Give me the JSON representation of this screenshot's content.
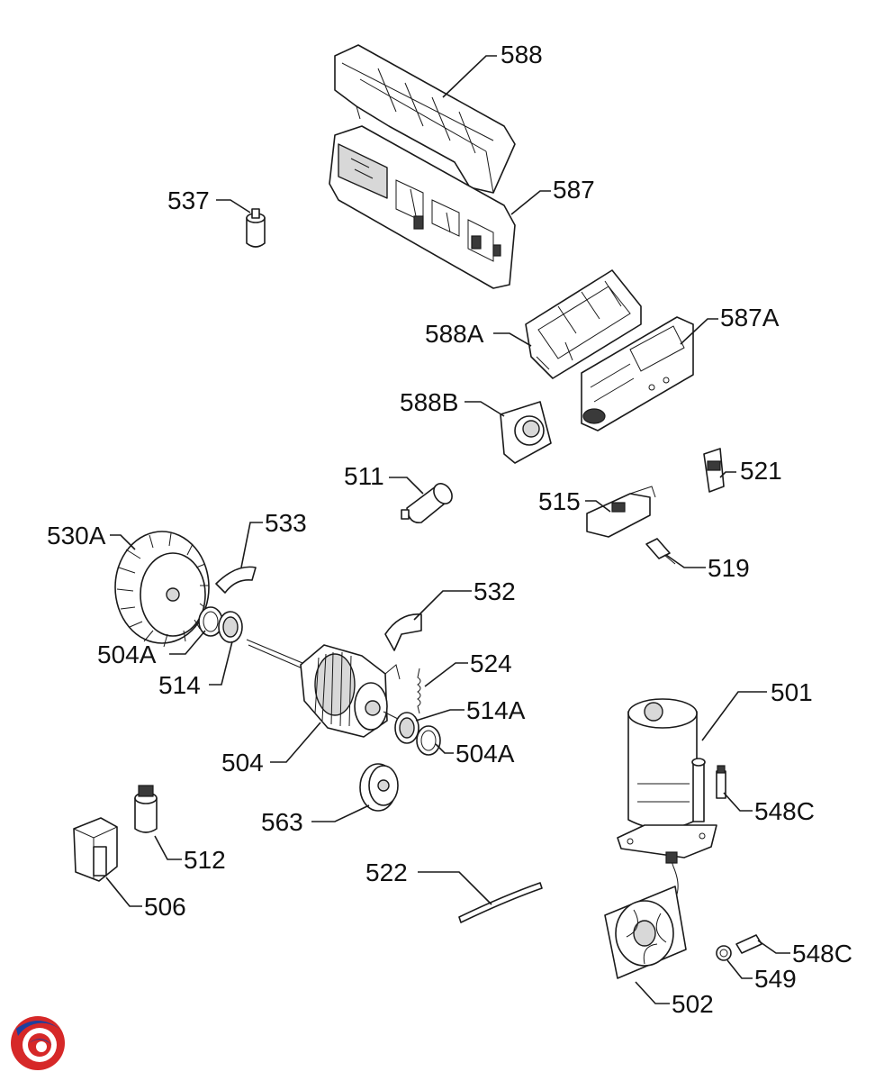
{
  "callouts": [
    {
      "id": "588",
      "text": "588"
    },
    {
      "id": "587",
      "text": "587"
    },
    {
      "id": "537",
      "text": "537"
    },
    {
      "id": "588A",
      "text": "588A"
    },
    {
      "id": "587A",
      "text": "587A"
    },
    {
      "id": "588B",
      "text": "588B"
    },
    {
      "id": "511",
      "text": "511"
    },
    {
      "id": "521",
      "text": "521"
    },
    {
      "id": "515",
      "text": "515"
    },
    {
      "id": "519",
      "text": "519"
    },
    {
      "id": "530A",
      "text": "530A"
    },
    {
      "id": "533",
      "text": "533"
    },
    {
      "id": "532",
      "text": "532"
    },
    {
      "id": "504A-left",
      "text": "504A"
    },
    {
      "id": "514",
      "text": "514"
    },
    {
      "id": "524",
      "text": "524"
    },
    {
      "id": "514A",
      "text": "514A"
    },
    {
      "id": "504A-right",
      "text": "504A"
    },
    {
      "id": "504",
      "text": "504"
    },
    {
      "id": "501",
      "text": "501"
    },
    {
      "id": "548C-top",
      "text": "548C"
    },
    {
      "id": "563",
      "text": "563"
    },
    {
      "id": "512",
      "text": "512"
    },
    {
      "id": "506",
      "text": "506"
    },
    {
      "id": "522",
      "text": "522"
    },
    {
      "id": "548C-bottom",
      "text": "548C"
    },
    {
      "id": "549",
      "text": "549"
    },
    {
      "id": "502",
      "text": "502"
    }
  ],
  "logo": {
    "name": "brand-logo",
    "colors": [
      "#d62828",
      "#1d3f9e"
    ]
  }
}
